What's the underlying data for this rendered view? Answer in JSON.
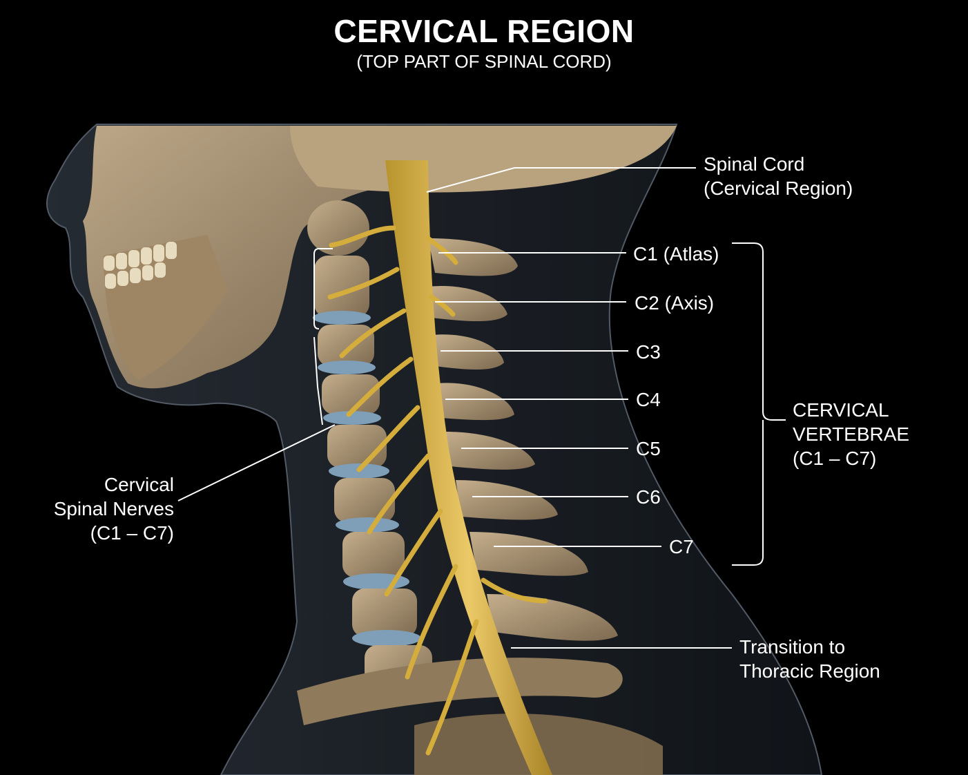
{
  "header": {
    "title": "CERVICAL REGION",
    "subtitle": "(TOP PART OF SPINAL CORD)"
  },
  "labels": {
    "spinal_cord": {
      "line1": "Spinal Cord",
      "line2": "(Cervical Region)"
    },
    "c1": "C1 (Atlas)",
    "c2": "C2 (Axis)",
    "c3": "C3",
    "c4": "C4",
    "c5": "C5",
    "c6": "C6",
    "c7": "C7",
    "cervical_vertebrae": {
      "line1": "CERVICAL",
      "line2": "VERTEBRAE",
      "line3": "(C1 – C7)"
    },
    "spinal_nerves": {
      "line1": "Cervical",
      "line2": "Spinal Nerves",
      "line3": "(C1 – C7)"
    },
    "thoracic": {
      "line1": "Transition to",
      "line2": "Thoracic Region"
    }
  },
  "colors": {
    "background": "#000000",
    "bone": "#a89274",
    "spinal_cord": "#d9b54a",
    "disc": "#7f9fb8",
    "leader_line": "#ffffff",
    "silhouette": "#1f252c"
  }
}
